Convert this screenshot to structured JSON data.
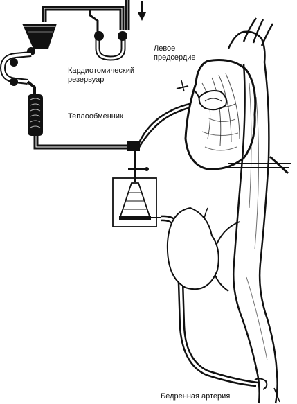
{
  "labels": {
    "reservoir_line1": "Кардиотомический",
    "reservoir_line2": "резервуар",
    "heat_exchanger": "Теплообменник",
    "atrium_line1": "Левое",
    "atrium_line2": "предсердие",
    "femoral_artery": "Бедренная артерия"
  },
  "colors": {
    "ink": "#111111",
    "background": "#ffffff"
  }
}
